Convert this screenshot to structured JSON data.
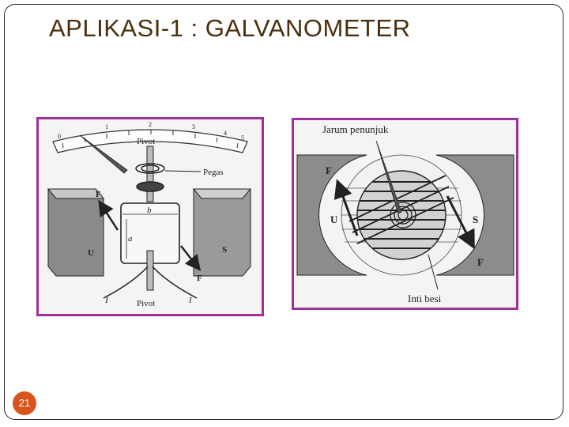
{
  "slide": {
    "title": "APLIKASI-1 : GALVANOMETER",
    "page_number": "21",
    "accent_color": "#a0309a",
    "badge_color": "#d9531e"
  },
  "figure_1": {
    "scale_ticks": [
      "0",
      "1",
      "2",
      "3",
      "4",
      "5"
    ],
    "labels": {
      "pivot_top": "Pivot",
      "pegas": "Pegas",
      "force_left": "F",
      "force_right": "F",
      "pole_u": "U",
      "pole_s": "S",
      "side_a": "a",
      "side_b": "b",
      "current_left": "I",
      "current_right": "I",
      "pivot_bottom": "Pivot"
    }
  },
  "figure_2": {
    "labels": {
      "jarum": "Jarum penunjuk",
      "force_top": "F",
      "force_bottom": "F",
      "pole_u": "U",
      "pole_s": "S",
      "inti": "Inti besi"
    }
  }
}
